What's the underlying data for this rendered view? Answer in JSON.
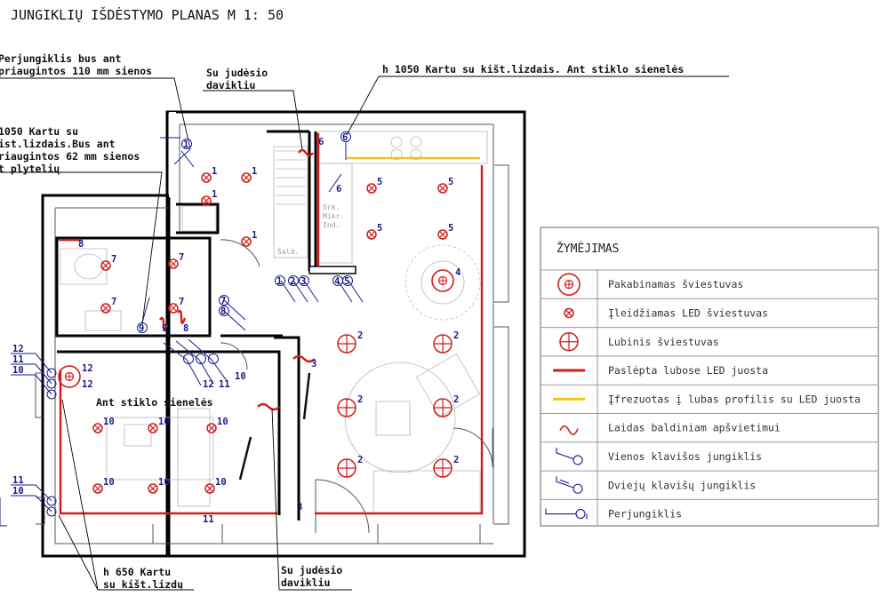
{
  "title": "JUNGIKLIŲ IŠDĖSTYMO PLANAS   M 1: 50",
  "notes": {
    "switch_note": [
      "Perjungiklis bus ant",
      "priaugintos 110 mm sienos"
    ],
    "motion_top": [
      "Su judėsio",
      "davikliu"
    ],
    "socket_glass": "h 1050 Kartu su kišt.lizdais. Ant stiklo sienelės",
    "socket_tile": [
      "1050 Kartu su",
      "ist.lizdais.Bus ant",
      "riaugintos 62 mm sienos",
      "t plytelių"
    ],
    "glass_wall": "Ant stiklo sienelės",
    "h650": [
      "h 650 Kartu",
      "su kišt.lizdų"
    ],
    "motion_bottom": [
      "Su judėsio",
      "davikliu"
    ]
  },
  "device_labels": [
    "Ork.",
    "Mikr.",
    "Ind.",
    "Šald."
  ],
  "legend": {
    "title": "ŽYMĖJIMAS",
    "items": [
      {
        "label": "Pakabinamas šviestuvas",
        "symbol": "pendant-light"
      },
      {
        "label": "Įleidžiamas LED šviestuvas",
        "symbol": "recessed-led"
      },
      {
        "label": "Lubinis šviestuvas",
        "symbol": "ceiling-light"
      },
      {
        "label": "Paslėpta lubose LED juosta",
        "symbol": "hidden-led-strip"
      },
      {
        "label": "Įfrezuotas į lubas profilis su LED juosta",
        "symbol": "milled-led-profile"
      },
      {
        "label": "Laidas baldiniam apšvietimui",
        "symbol": "furniture-wire"
      },
      {
        "label": "Vienos klavišos jungiklis",
        "symbol": "single-switch"
      },
      {
        "label": "Dviejų klavišų jungiklis",
        "symbol": "double-switch"
      },
      {
        "label": "Perjungiklis",
        "symbol": "changeover-switch"
      }
    ]
  },
  "colors": {
    "led_strip": "#d41c1c",
    "led_profile": "#f0c419",
    "circuit_numbers": "#1a1a8c"
  },
  "fixtures": [
    {
      "type": "recessed",
      "num": "1"
    },
    {
      "type": "recessed",
      "num": "1"
    },
    {
      "type": "recessed",
      "num": "1"
    },
    {
      "type": "recessed",
      "num": "1"
    },
    {
      "type": "recessed",
      "num": "5"
    },
    {
      "type": "recessed",
      "num": "5"
    },
    {
      "type": "recessed",
      "num": "5"
    },
    {
      "type": "recessed",
      "num": "5"
    },
    {
      "type": "pendant",
      "num": "4"
    },
    {
      "type": "recessed",
      "num": "7"
    },
    {
      "type": "recessed",
      "num": "7"
    },
    {
      "type": "recessed",
      "num": "7"
    },
    {
      "type": "recessed",
      "num": "7"
    },
    {
      "type": "ceiling",
      "num": "2"
    },
    {
      "type": "ceiling",
      "num": "2"
    },
    {
      "type": "ceiling",
      "num": "2"
    },
    {
      "type": "ceiling",
      "num": "2"
    },
    {
      "type": "ceiling",
      "num": "2"
    },
    {
      "type": "ceiling",
      "num": "2"
    },
    {
      "type": "recessed",
      "num": "10"
    },
    {
      "type": "recessed",
      "num": "10"
    },
    {
      "type": "recessed",
      "num": "10"
    },
    {
      "type": "recessed",
      "num": "10"
    },
    {
      "type": "recessed",
      "num": "10"
    },
    {
      "type": "recessed",
      "num": "10"
    },
    {
      "type": "pendant",
      "num": "12"
    }
  ],
  "switch_numbers": {
    "entry_top": "1",
    "kitchen_pair": "6",
    "hall_group": [
      "1",
      "2",
      "3",
      "4",
      "5"
    ],
    "bath_pair": [
      "7",
      "8"
    ],
    "bath_9": "9",
    "bedroom_top": [
      "10",
      "11",
      "12"
    ],
    "bedroom_left_top": [
      "12",
      "11",
      "10"
    ],
    "bedroom_left_bottom": [
      "11",
      "10"
    ]
  },
  "strip_labels": {
    "kitchen_strip": "6",
    "kitchen_wire": "6",
    "bath_wire_top": "8",
    "bath_wire_9": "9",
    "bath_wire_8": "8",
    "living_wire": "3",
    "living_strip": "3",
    "bedroom_strip": "11",
    "bedroom_pendant_12": "12"
  }
}
